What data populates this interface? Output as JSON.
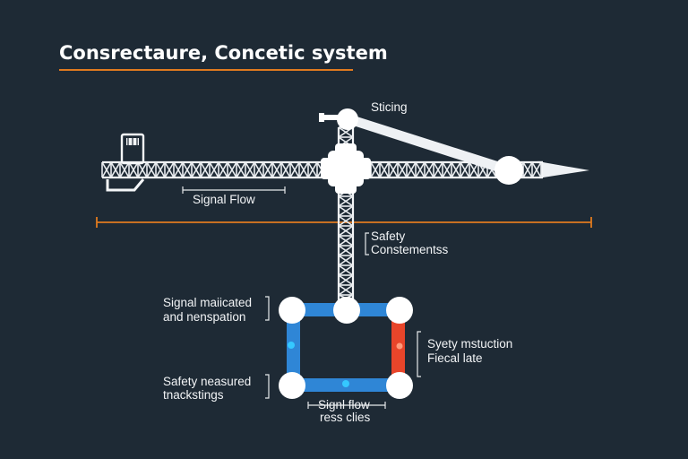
{
  "title": "Consrectaure, Concetic system",
  "colors": {
    "background": "#1e2a35",
    "accent_orange": "#e07a1f",
    "loop_blue": "#2f86d6",
    "loop_red": "#e8452a",
    "node_white": "#ffffff",
    "indicator_cyan": "#35c8ff"
  },
  "labels": {
    "sticing": "Sticing",
    "signal_flow_top": "Signal Flow",
    "safety_constraints": [
      "Safety",
      "Constementss"
    ],
    "signal_maintained": [
      "Signal maiicated",
      "and nenspation"
    ],
    "safety_measured": [
      "Safety neasured",
      "tnackstings"
    ],
    "safety_instruction": [
      "Syety mstuction",
      "Fiecal late"
    ],
    "signal_flow_bottom": [
      "Signl flow",
      "ress clies"
    ]
  },
  "icons": {
    "cab": "crane-cab-icon",
    "jib_tip": "arrow-tip-icon",
    "pivot": "pivot-node-icon"
  }
}
